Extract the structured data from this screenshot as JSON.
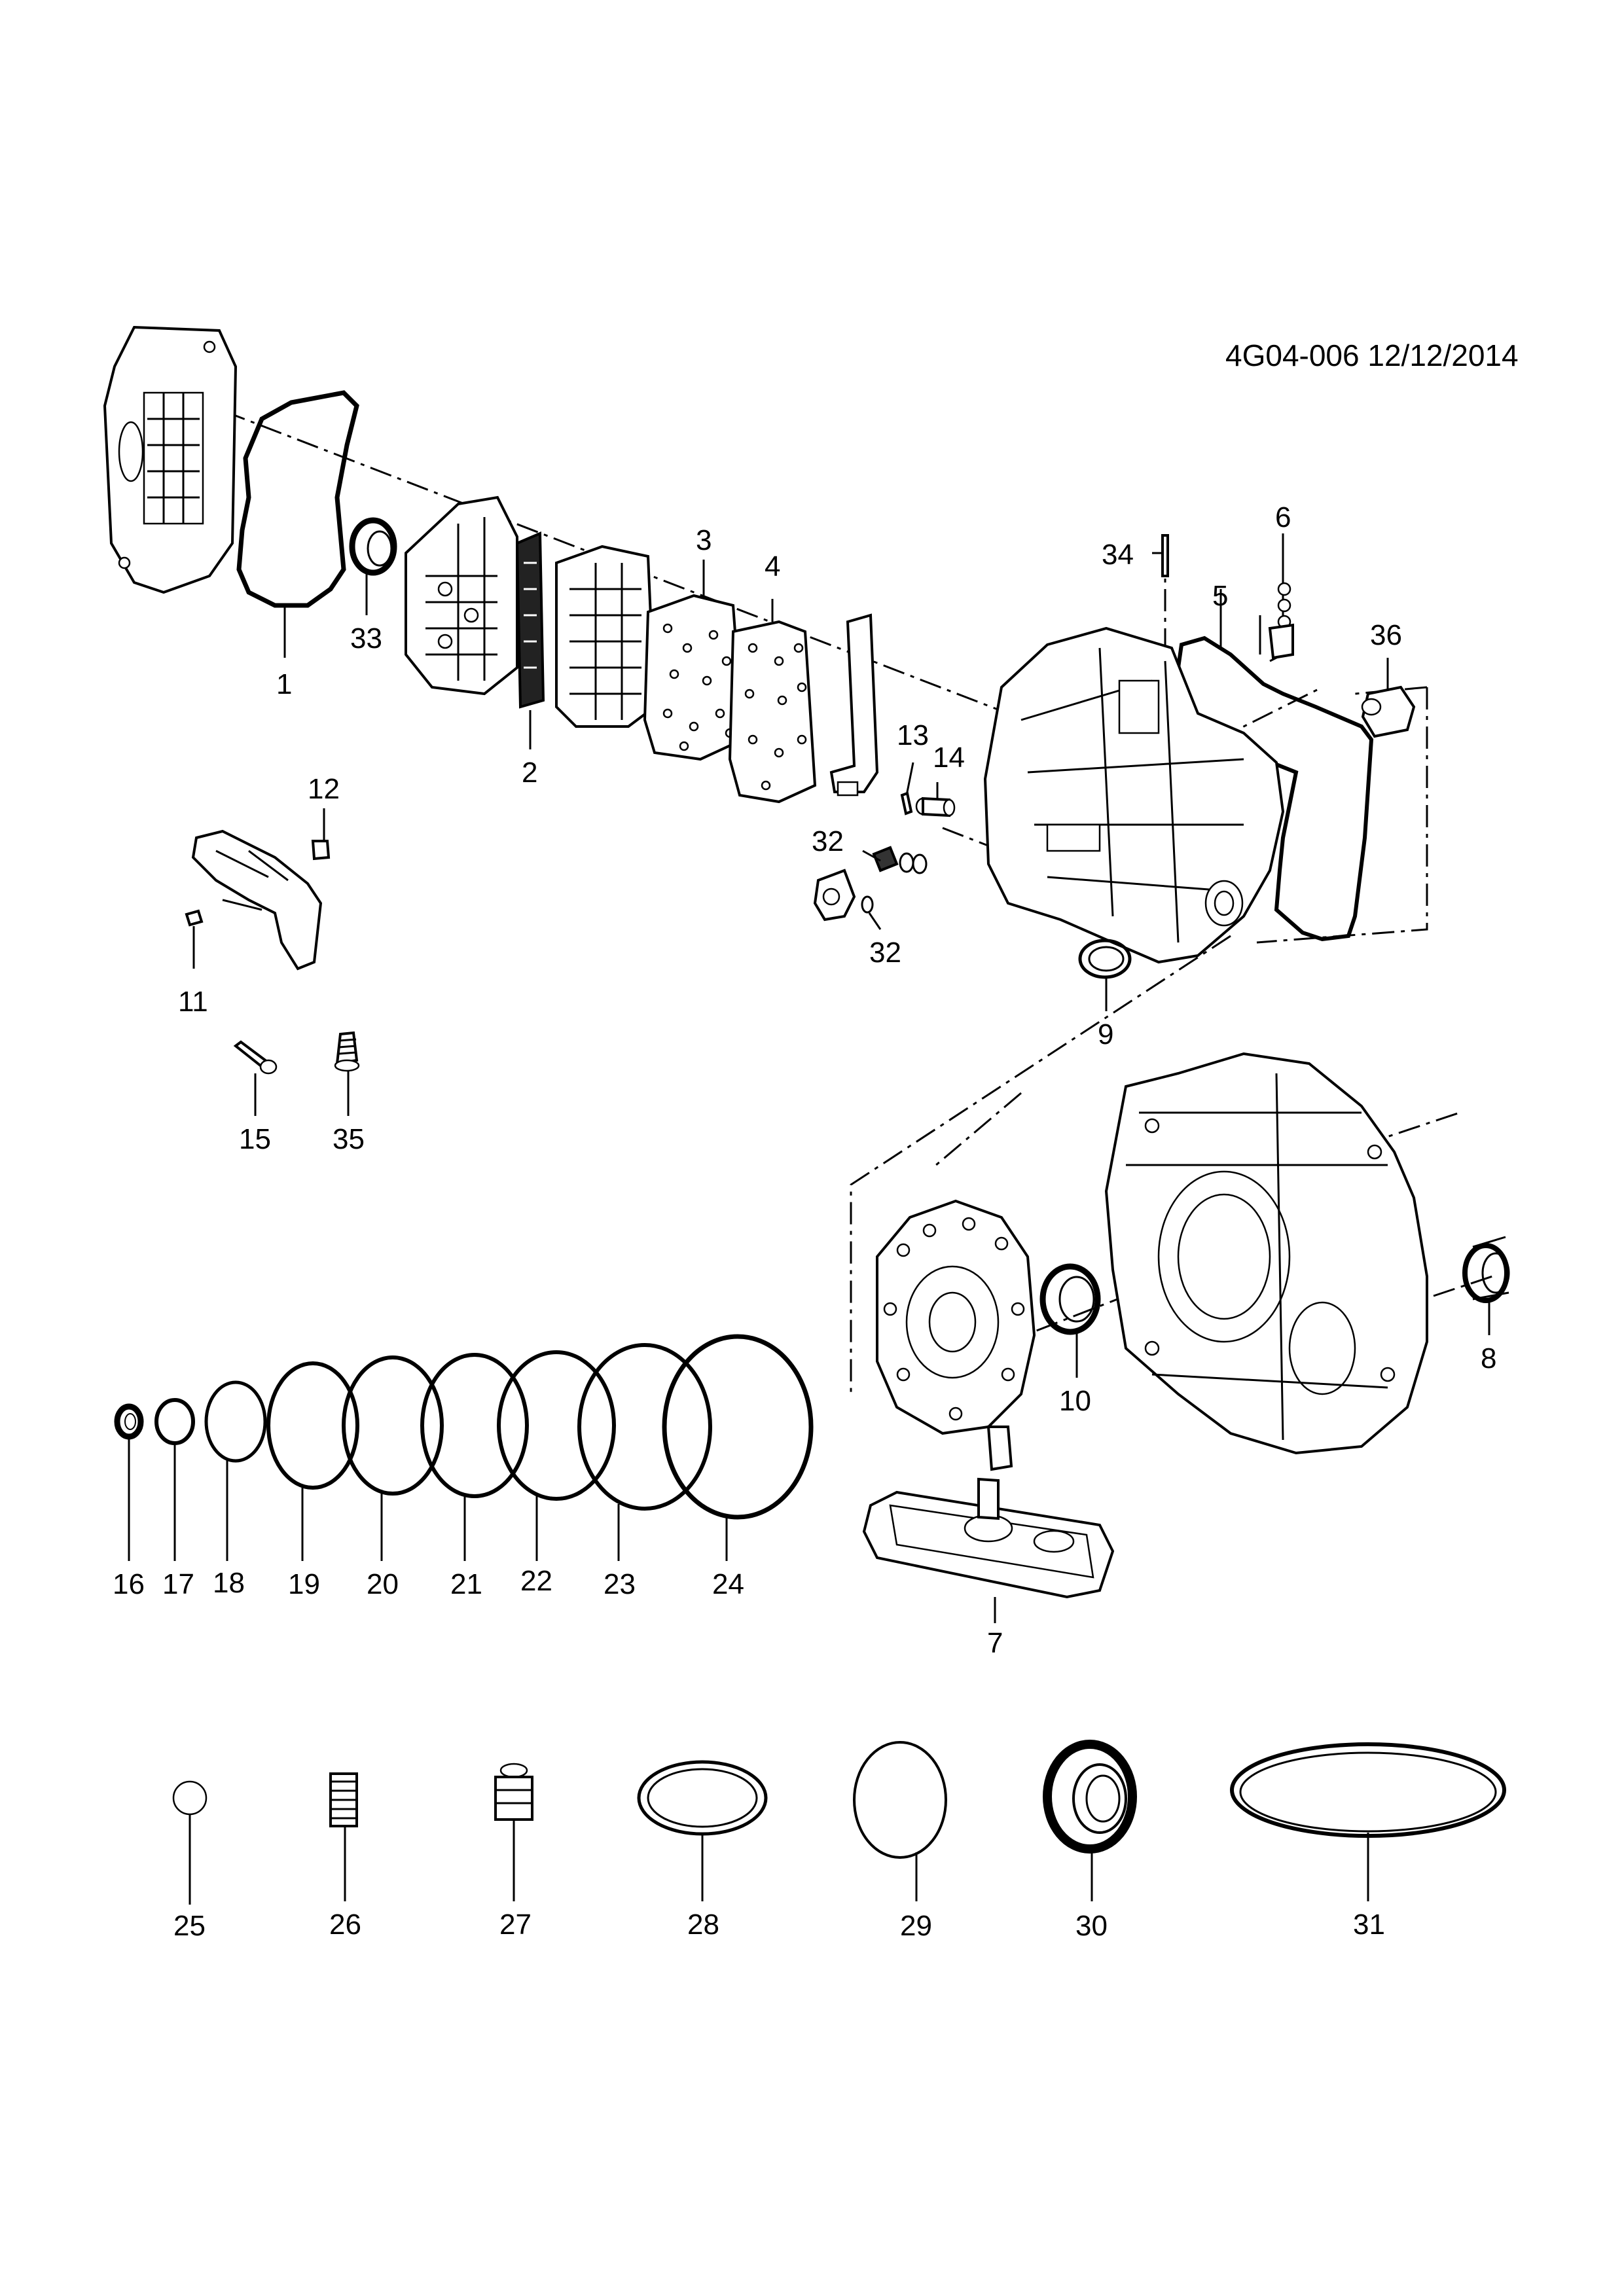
{
  "reference": "4G04-006 12/12/2014",
  "labels": {
    "p1": "1",
    "p2": "2",
    "p3": "3",
    "p4": "4",
    "p5": "5",
    "p6": "6",
    "p7": "7",
    "p8": "8",
    "p9": "9",
    "p10": "10",
    "p11": "11",
    "p12": "12",
    "p13": "13",
    "p14": "14",
    "p15": "15",
    "p16": "16",
    "p17": "17",
    "p18": "18",
    "p19": "19",
    "p20": "20",
    "p21": "21",
    "p22": "22",
    "p23": "23",
    "p24": "24",
    "p25": "25",
    "p26": "26",
    "p27": "27",
    "p28": "28",
    "p29": "29",
    "p30": "30",
    "p31": "31",
    "p32a": "32",
    "p32b": "32",
    "p33": "33",
    "p34": "34",
    "p35": "35",
    "p36": "36"
  }
}
